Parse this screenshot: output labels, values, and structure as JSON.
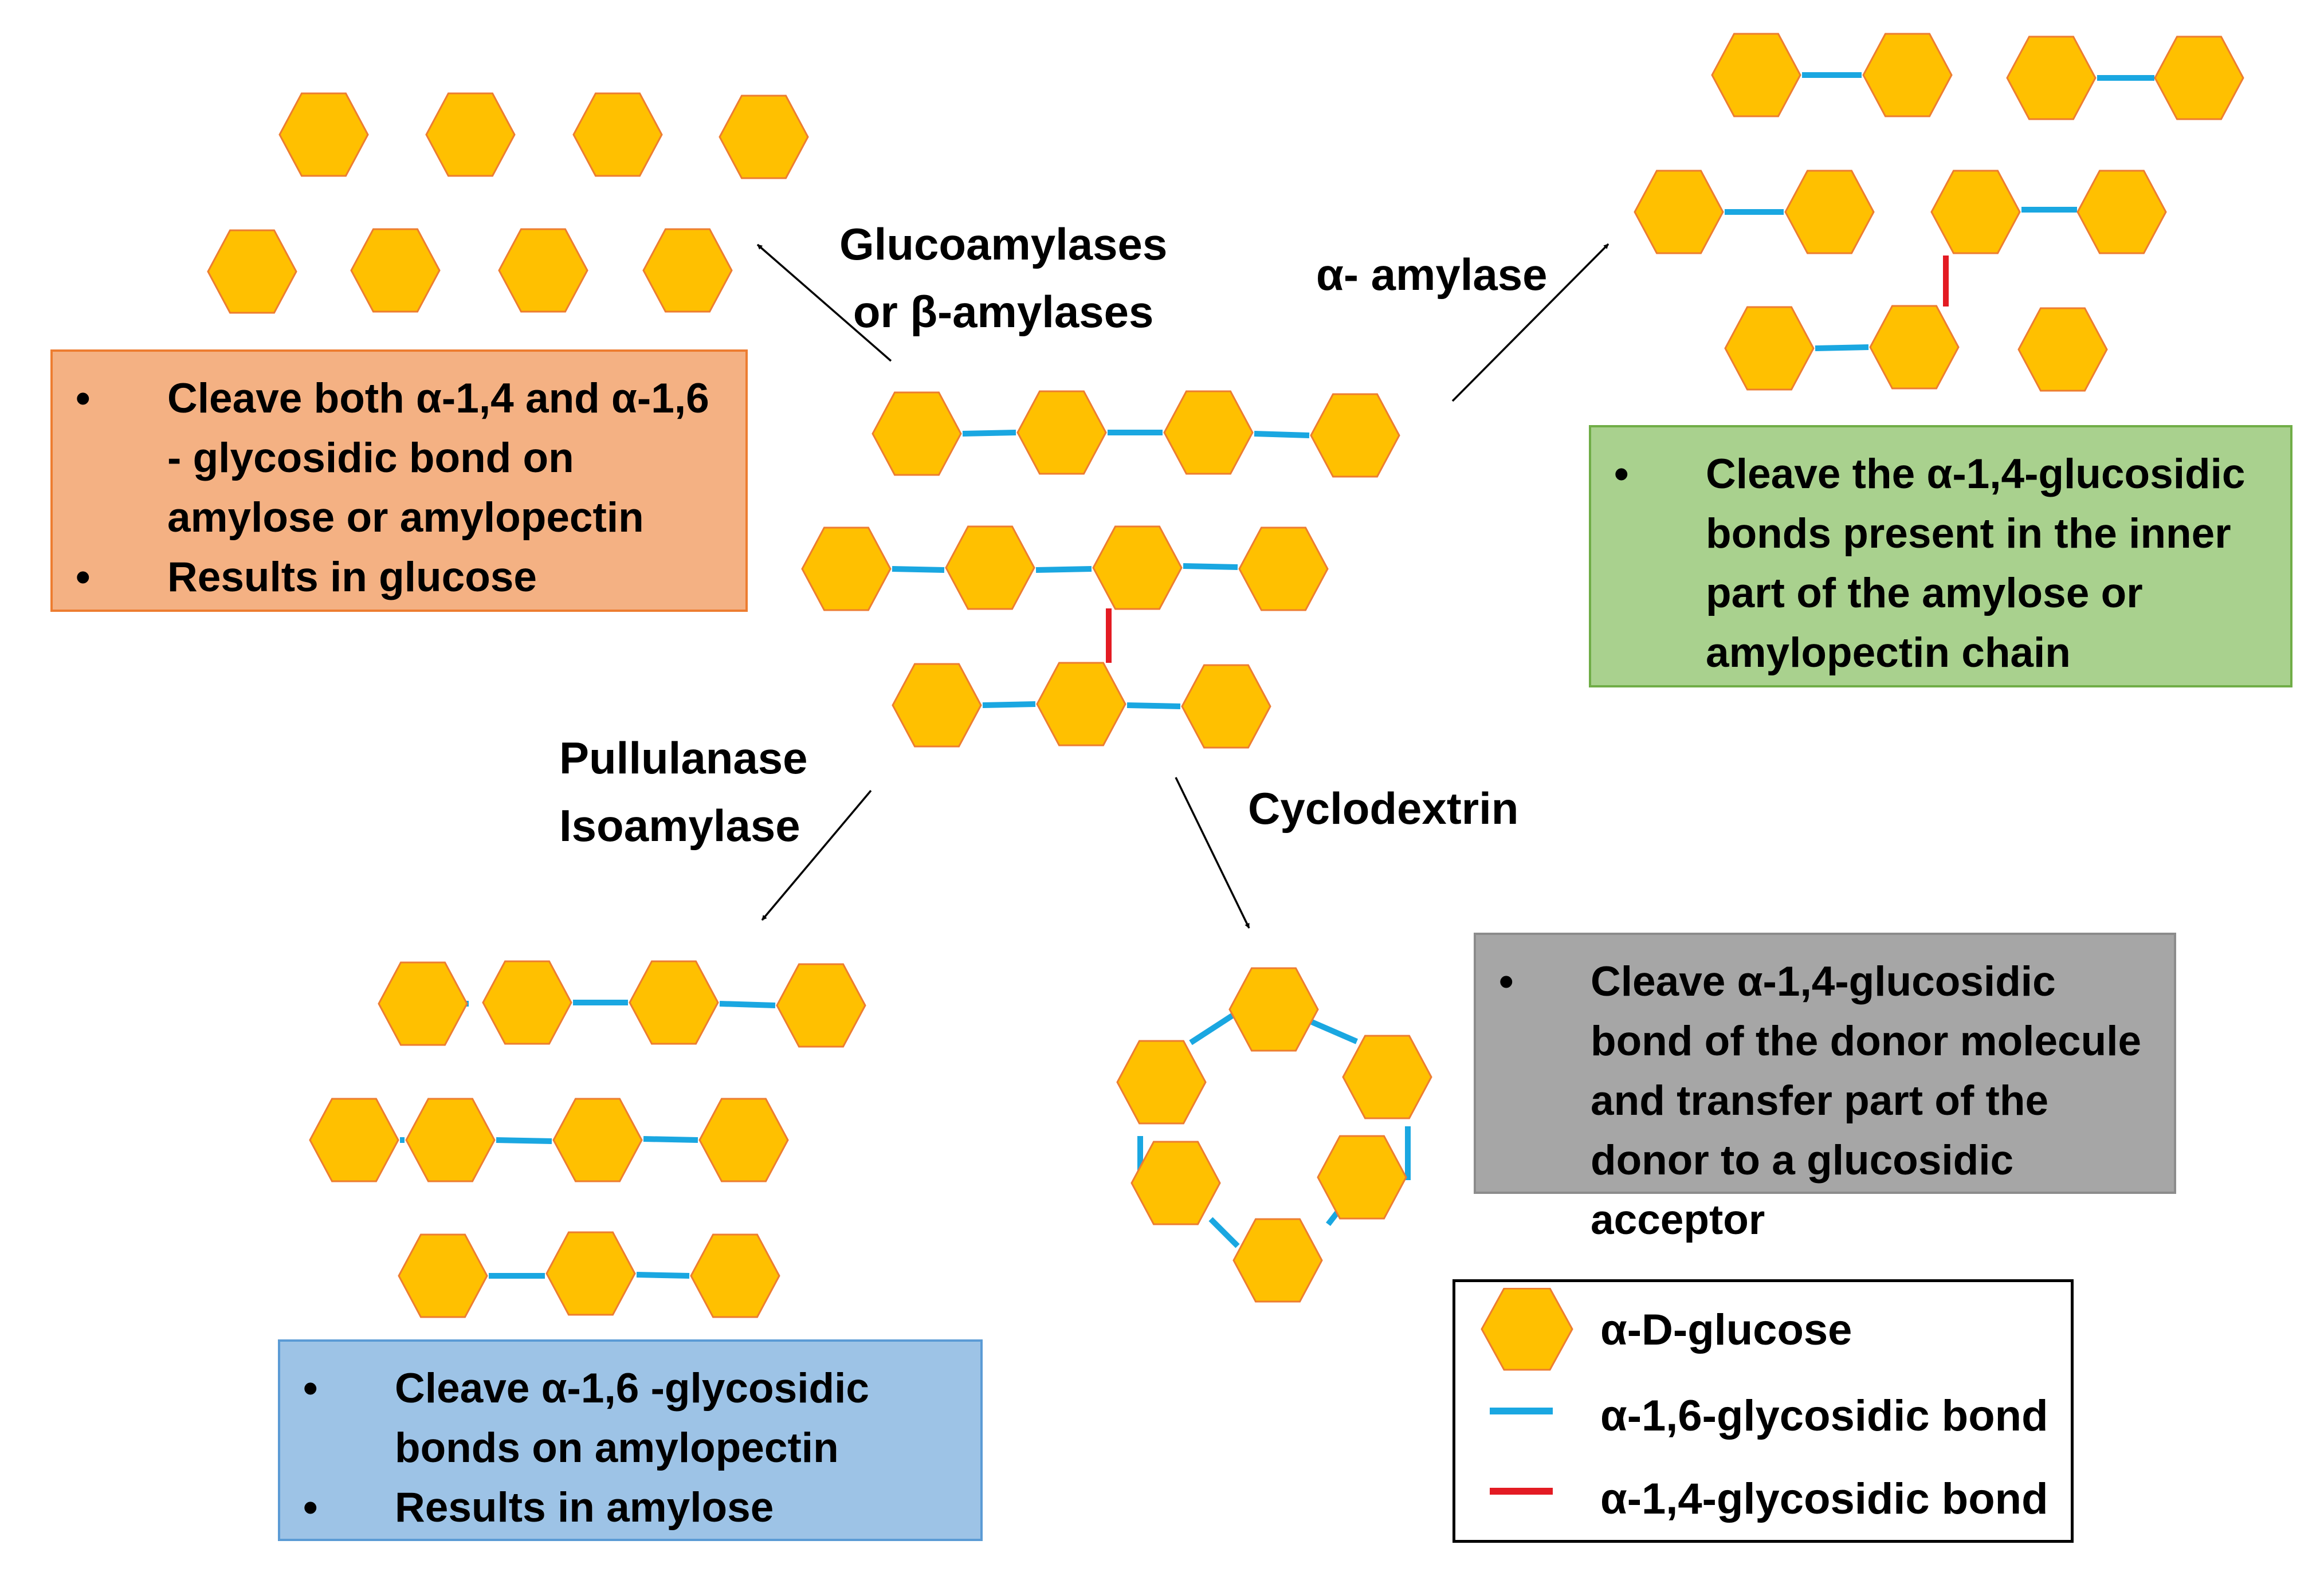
{
  "colors": {
    "glucose_fill": "#FFC000",
    "glucose_stroke": "#ED7D31",
    "bond_a16": "#1AA7E1",
    "bond_a14": "#E31B23",
    "box_glucoamylase": "#F4B183",
    "box_alpha_amylase": "#A9D18E",
    "box_pullulanase": "#9DC3E6",
    "box_cyclodextrin": "#A6A6A6"
  },
  "labels": {
    "glucoamylases": [
      "Glucoamylases",
      "or β-amylases"
    ],
    "alpha_amylase": "α- amylase",
    "pullulanase": [
      "Pullulanase",
      "Isoamylase"
    ],
    "cyclodextrin": "Cyclodextrin"
  },
  "boxes": {
    "glucoamylase": [
      "Cleave both α-1,4 and α-1,6 - glycosidic bond on amylose or amylopectin",
      "Results in glucose"
    ],
    "alpha_amylase": [
      "Cleave the α-1,4-glucosidic bonds present in the inner part of the amylose or amylopectin chain"
    ],
    "pullulanase": [
      "Cleave α-1,6 -glycosidic bonds on amylopectin",
      "Results in amylose"
    ],
    "cyclodextrin": [
      "Cleave α-1,4-glucosidic bond of the  donor molecule and transfer part of the  donor to a glucosidic acceptor"
    ]
  },
  "legend": {
    "glucose": "α-D-glucose",
    "bond_a16": "α-1,6-glycosidic bond",
    "bond_a14": "α-1,4-glycosidic bond"
  }
}
